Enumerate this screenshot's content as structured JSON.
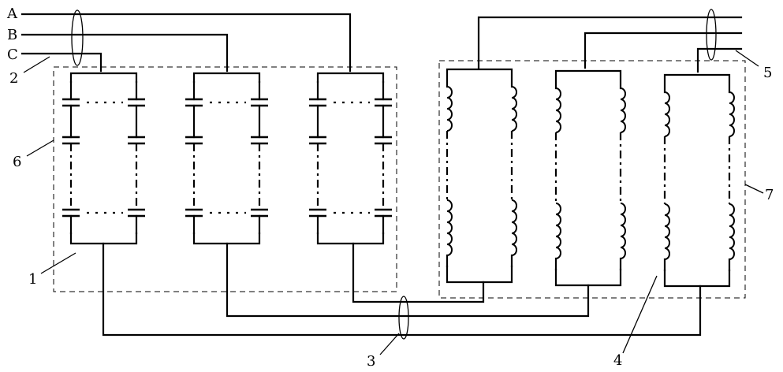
{
  "labels": {
    "phase_a": "A",
    "phase_b": "B",
    "phase_c": "C",
    "ref_1": "1",
    "ref_2": "2",
    "ref_3": "3",
    "ref_4": "4",
    "ref_5": "5",
    "ref_6": "6",
    "ref_7": "7"
  },
  "components": {
    "capacitor_bank_count": 3,
    "reactor_count": 3
  },
  "colors": {
    "line": "#000000",
    "background": "#ffffff"
  }
}
